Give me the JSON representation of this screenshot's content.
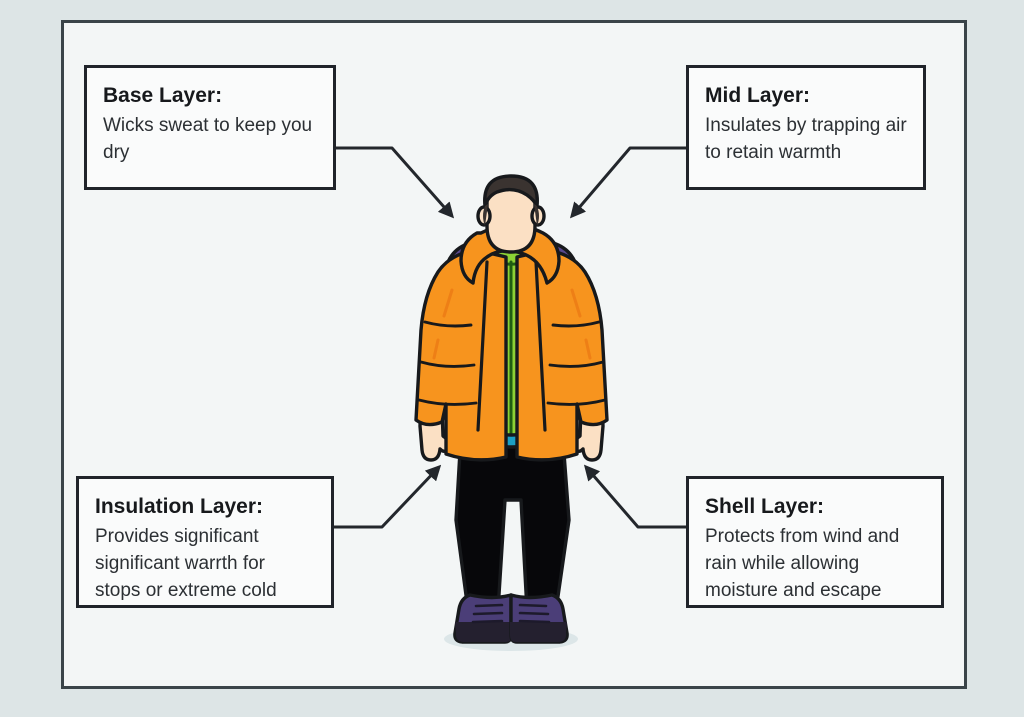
{
  "theme": {
    "outer_background": "#dde5e6",
    "panel_background": "#f3f6f6",
    "panel_border": "#3a4449",
    "box_background": "#fafbfb",
    "box_border": "#20242a",
    "arrow_color": "#23272c",
    "heading_color": "#17191c",
    "body_color": "#2c3034",
    "jacket_orange": "#F7941E",
    "jacket_orange_shadow": "#EE7F16",
    "hood_purple": "#59478C",
    "strap_purple": "#59478C",
    "midlayer_green": "#8CD235",
    "midlayer_green_dark": "#1F5E12",
    "baselayer_teal": "#1CA0C4",
    "pants_black": "#07070A",
    "boot_purple": "#4B3E78",
    "boot_sole": "#24202F",
    "skin": "#FBE0C4",
    "hair": "#3A3330",
    "outline": "#17191C",
    "shadow": "#DCE6E8"
  },
  "callouts": [
    {
      "id": "base-layer",
      "title": "Base Layer:",
      "body": "Wicks sweat to keep you dry"
    },
    {
      "id": "mid-layer",
      "title": "Mid Layer:",
      "body": "Insulates by trapping air to retain warmth"
    },
    {
      "id": "insulation-layer",
      "title": "Insulation Layer:",
      "body": "Provides significant significant warrth for stops or extreme cold"
    },
    {
      "id": "shell-layer",
      "title": "Shell Layer:",
      "body": "Protects from wind and rain while allowing moisture and escape"
    }
  ],
  "figure": {
    "description": "illustration of a person wearing an orange puffer jacket over a green mid-layer shirt, black pants and purple boots, with a purple hood and backpack straps"
  },
  "arrows": [
    {
      "id": "arrow-base-layer",
      "from": "base-layer box right edge",
      "to": "jacket left shoulder"
    },
    {
      "id": "arrow-mid-layer",
      "from": "mid-layer box left edge",
      "to": "jacket right shoulder"
    },
    {
      "id": "arrow-insulation-layer",
      "from": "insulation box right edge",
      "to": "jacket left hem"
    },
    {
      "id": "arrow-shell-layer",
      "from": "shell box left edge",
      "to": "jacket right hem"
    }
  ]
}
